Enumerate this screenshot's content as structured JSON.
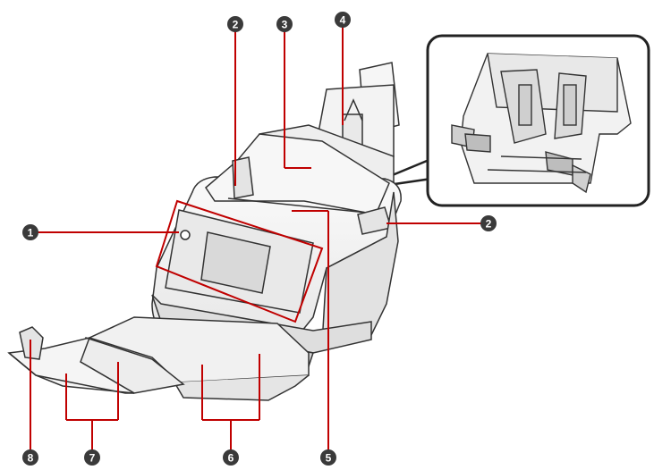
{
  "figure": {
    "subject": "document scanner",
    "colors": {
      "leader": "#c00000",
      "badge": "#3a3a3a",
      "badge_text": "#ffffff",
      "outline": "#333333",
      "body": "#f4f4f4"
    }
  },
  "callouts": [
    {
      "label": "1"
    },
    {
      "label": "2"
    },
    {
      "label": "3"
    },
    {
      "label": "4"
    },
    {
      "label": "5"
    },
    {
      "label": "6"
    },
    {
      "label": "7"
    },
    {
      "label": "8"
    },
    {
      "label": "2"
    }
  ]
}
